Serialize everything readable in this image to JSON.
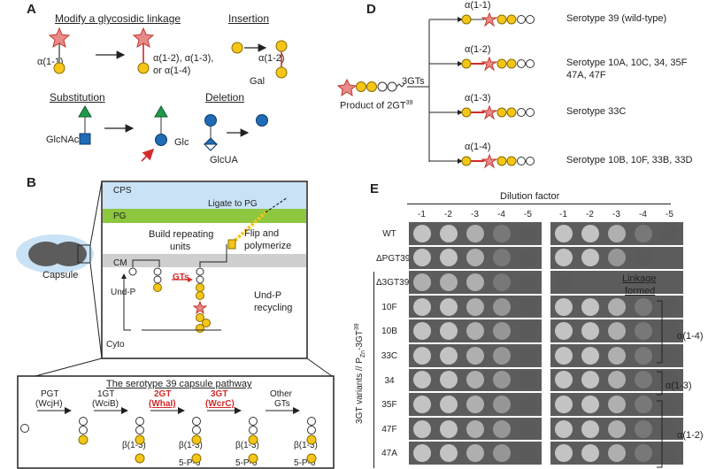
{
  "panelA": {
    "label": "A",
    "modify_title": "Modify a glycosidic linkage",
    "modify_from": "α(1-1)",
    "modify_to": "α(1-2), α(1-3),",
    "modify_to2": "or α(1-4)",
    "insertion_title": "Insertion",
    "insertion_link": "α(1-2)",
    "insertion_sugar": "Gal",
    "substitution_title": "Substitution",
    "sub_from": "GlcNAc",
    "sub_to": "Glc",
    "deletion_title": "Deletion",
    "del_sugar": "GlcUA"
  },
  "panelB": {
    "label": "B",
    "capsule": "Capsule",
    "cps": "CPS",
    "pg": "PG",
    "cm": "CM",
    "cyto": "Cyto",
    "ligate": "Ligate to PG",
    "build": "Build repeating",
    "build2": "units",
    "flip": "Flip and",
    "flip2": "polymerize",
    "undp": "Und-P",
    "gts": "GTs",
    "recycling": "Und-P",
    "recycling2": "recycling",
    "pathway_title": "The serotype 39 capsule pathway",
    "steps": [
      {
        "name": "PGT",
        "gene": "(WcjH)",
        "red": false
      },
      {
        "name": "1GT",
        "gene": "(WciB)",
        "red": false
      },
      {
        "name": "2GT",
        "gene": "(WhaI)",
        "red": true
      },
      {
        "name": "3GT",
        "gene": "(WcrC)",
        "red": true
      },
      {
        "name": "Other",
        "gene": "GTs",
        "red": false
      }
    ],
    "link_b13": "β(1-3)",
    "link_5p6": "5-P-6"
  },
  "panelD": {
    "label": "D",
    "product": "Product of 2GT",
    "product_sup": "39",
    "arrow_label": "3GTs",
    "rows": [
      {
        "link": "α(1-1)",
        "serotype": "Serotype 39 (wild-type)",
        "serotype2": ""
      },
      {
        "link": "α(1-2)",
        "serotype": "Serotype 10A, 10C, 34, 35F",
        "serotype2": "47A, 47F"
      },
      {
        "link": "α(1-3)",
        "serotype": "Serotype 33C",
        "serotype2": ""
      },
      {
        "link": "α(1-4)",
        "serotype": "Serotype 10B, 10F, 33B, 33D",
        "serotype2": ""
      }
    ]
  },
  "panelE": {
    "label": "E",
    "dilution_title": "Dilution factor",
    "dilutions": [
      "-1",
      "-2",
      "-3",
      "-4",
      "-5",
      "-1",
      "-2",
      "-3",
      "-4",
      "-5"
    ],
    "rows": [
      "WT",
      "ΔPGT39",
      "Δ3GT39",
      "10F",
      "10B",
      "33C",
      "34",
      "35F",
      "47F",
      "47A"
    ],
    "ylabel": "3GT variants // P",
    "ylabel_sub": "Zn",
    "ylabel_end": "-3GT",
    "ylabel_sup": "39",
    "linkage_title": "Linkage",
    "linkage_title2": "formed",
    "linkages": [
      "α(1-4)",
      "α(1-3)",
      "α(1-2)"
    ]
  },
  "colors": {
    "yellow": "#f5c518",
    "blue": "#1f6bb5",
    "green": "#1e9a4a",
    "red": "#d42a2a",
    "pink": "#e88a8a",
    "pg_green": "#8dc63f",
    "cps_blue": "#c9e2f5",
    "cm_gray": "#cfcfcf",
    "plate": "#5c5c5c"
  }
}
